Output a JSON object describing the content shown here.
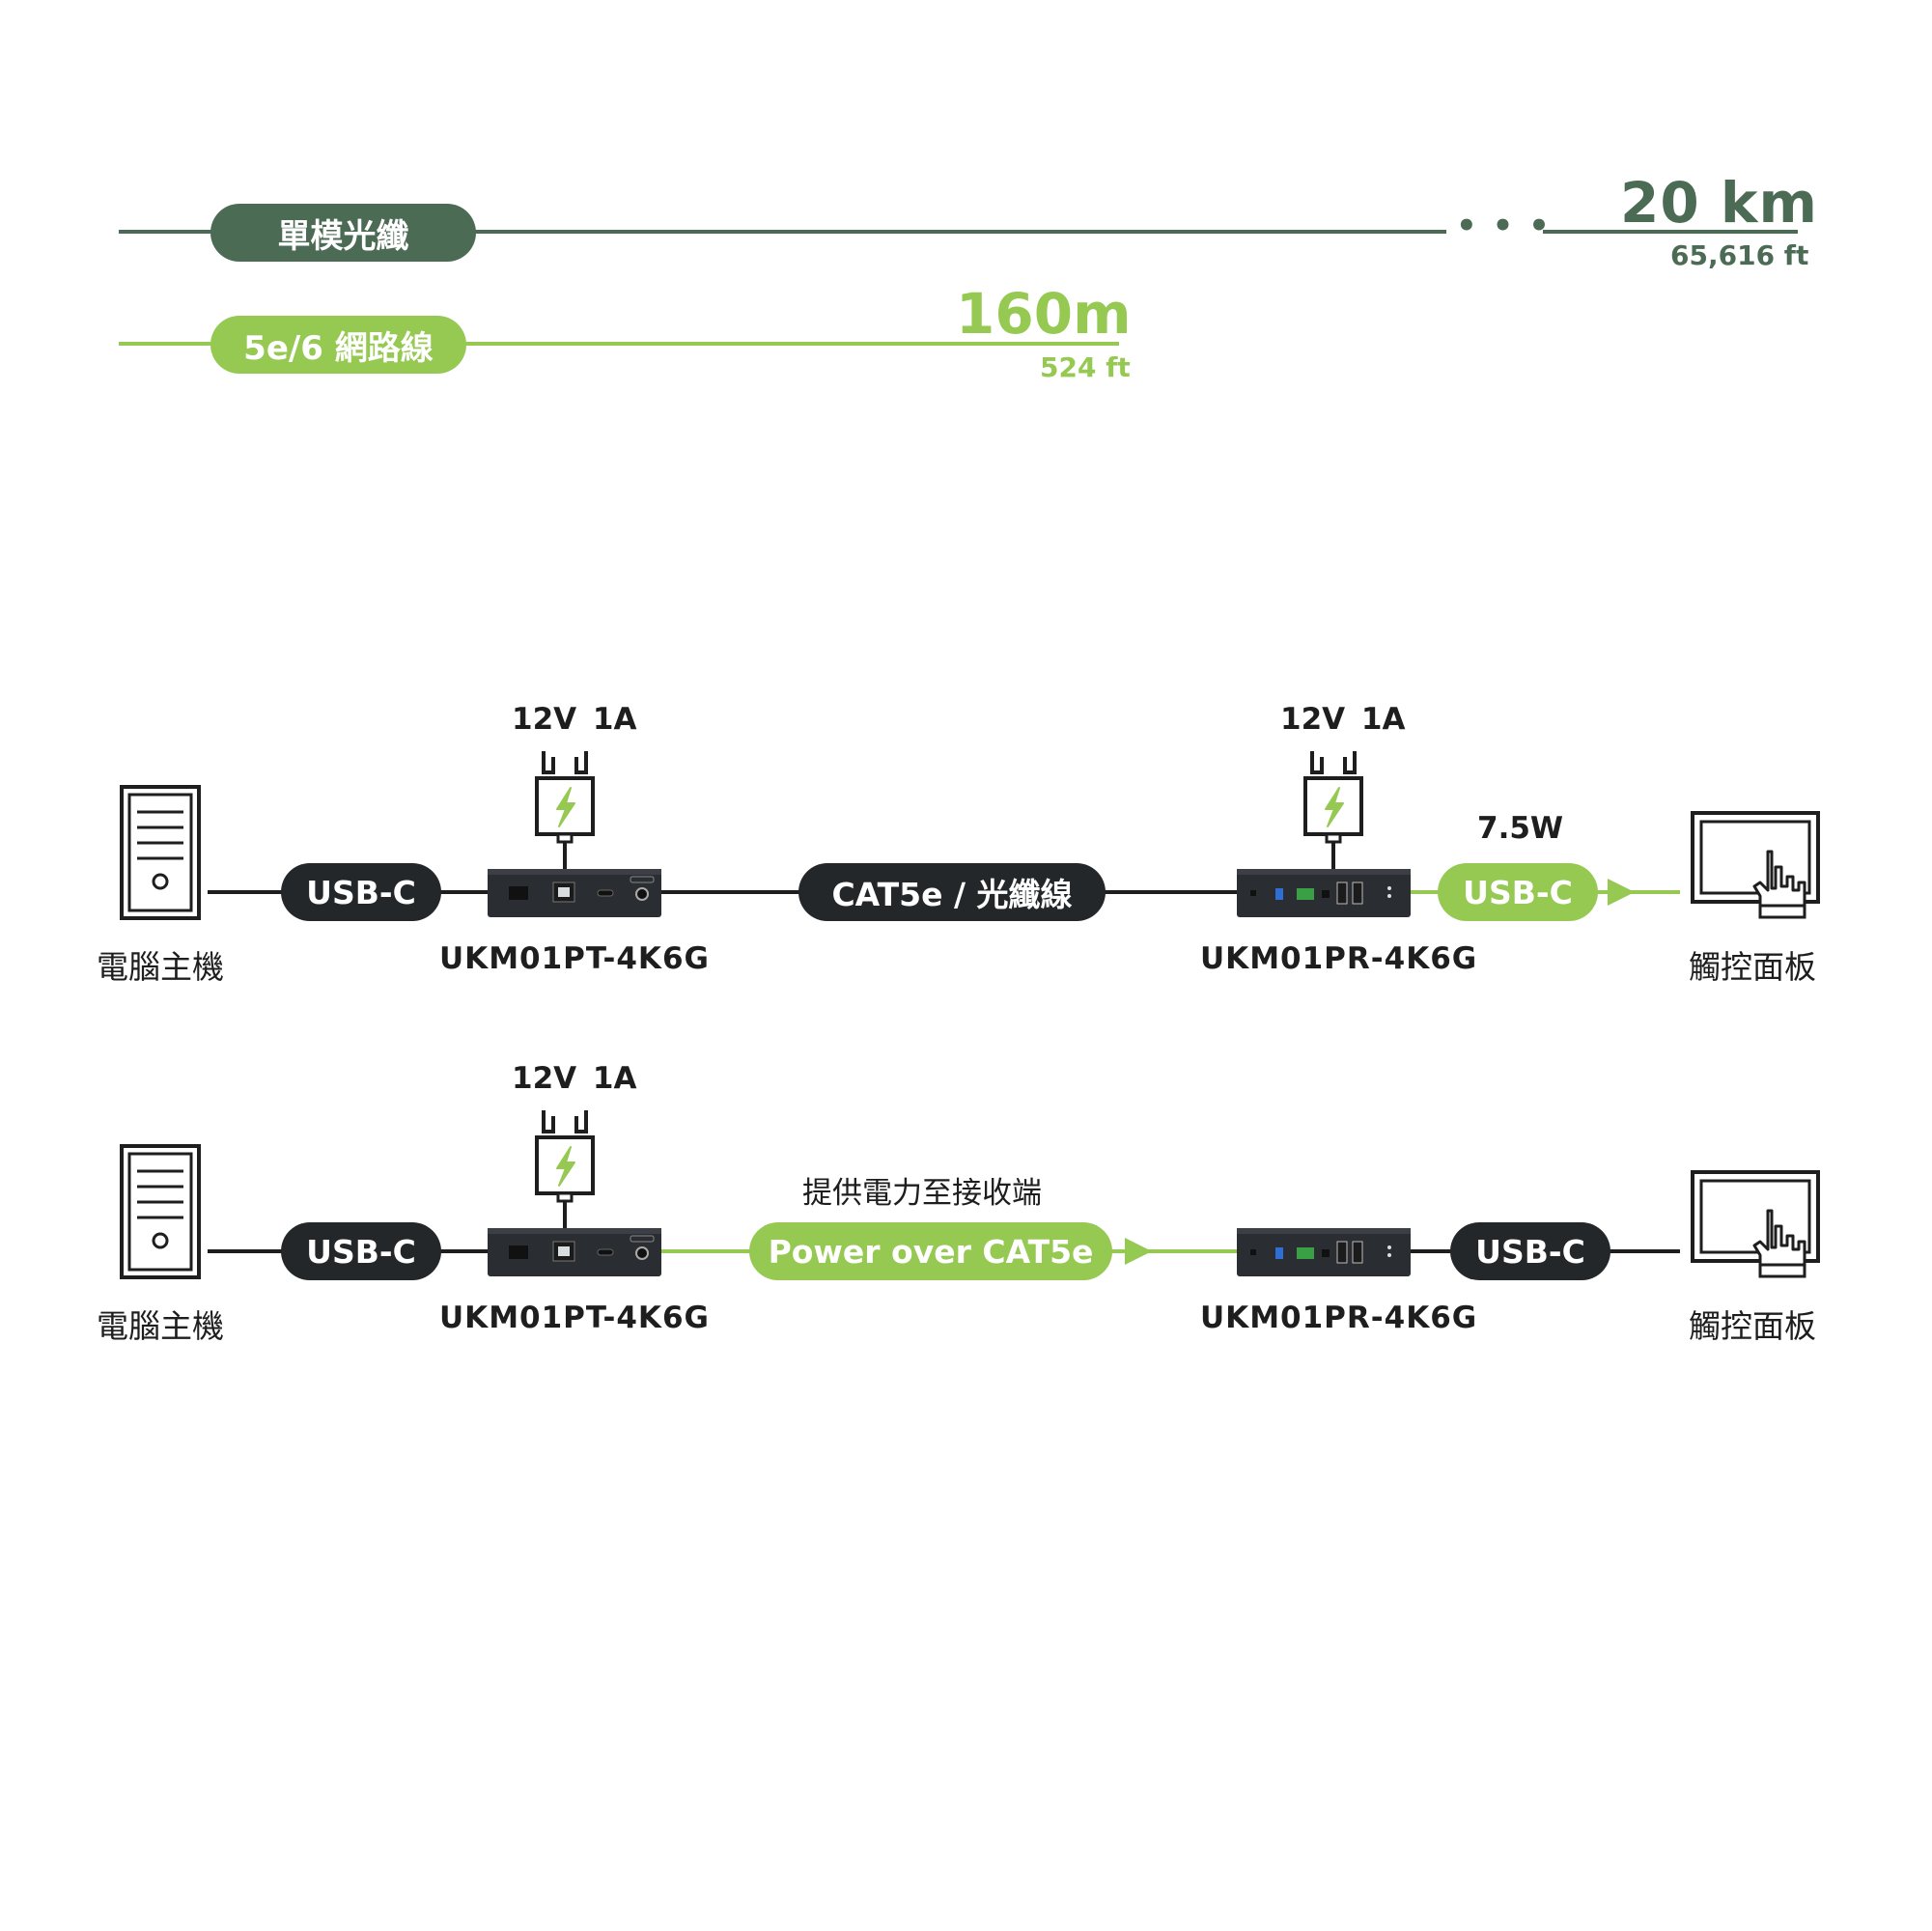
{
  "colors": {
    "dark_green": "#4c6b55",
    "light_green": "#95c952",
    "dark": "#23272a",
    "black": "#1e1e1e",
    "white": "#ffffff"
  },
  "distance": {
    "fiber": {
      "label": "單模光纖",
      "distance": "20 km",
      "feet": "65,616 ft",
      "ellipsis": "• • •"
    },
    "copper": {
      "label": "5e/6 網路線",
      "distance": "160m",
      "feet": "524 ft"
    }
  },
  "diagram1": {
    "computer_label": "電腦主機",
    "usb_left": "USB-C",
    "tx_power": "12V 1A",
    "tx_model": "UKM01PT-4K6G",
    "link_label": "CAT5e / 光纖線",
    "rx_power": "12V 1A",
    "rx_model": "UKM01PR-4K6G",
    "output_power": "7.5W",
    "usb_right": "USB-C",
    "display_label": "觸控面板"
  },
  "diagram2": {
    "computer_label": "電腦主機",
    "usb_left": "USB-C",
    "tx_power": "12V 1A",
    "tx_model": "UKM01PT-4K6G",
    "poe_caption": "提供電力至接收端",
    "link_label": "Power over CAT5e",
    "rx_model": "UKM01PR-4K6G",
    "usb_right": "USB-C",
    "display_label": "觸控面板"
  },
  "icons": [
    "computer-tower-icon",
    "power-adapter-icon",
    "lightning-icon",
    "touch-panel-icon",
    "hand-pointer-icon",
    "arrow-right-icon"
  ]
}
